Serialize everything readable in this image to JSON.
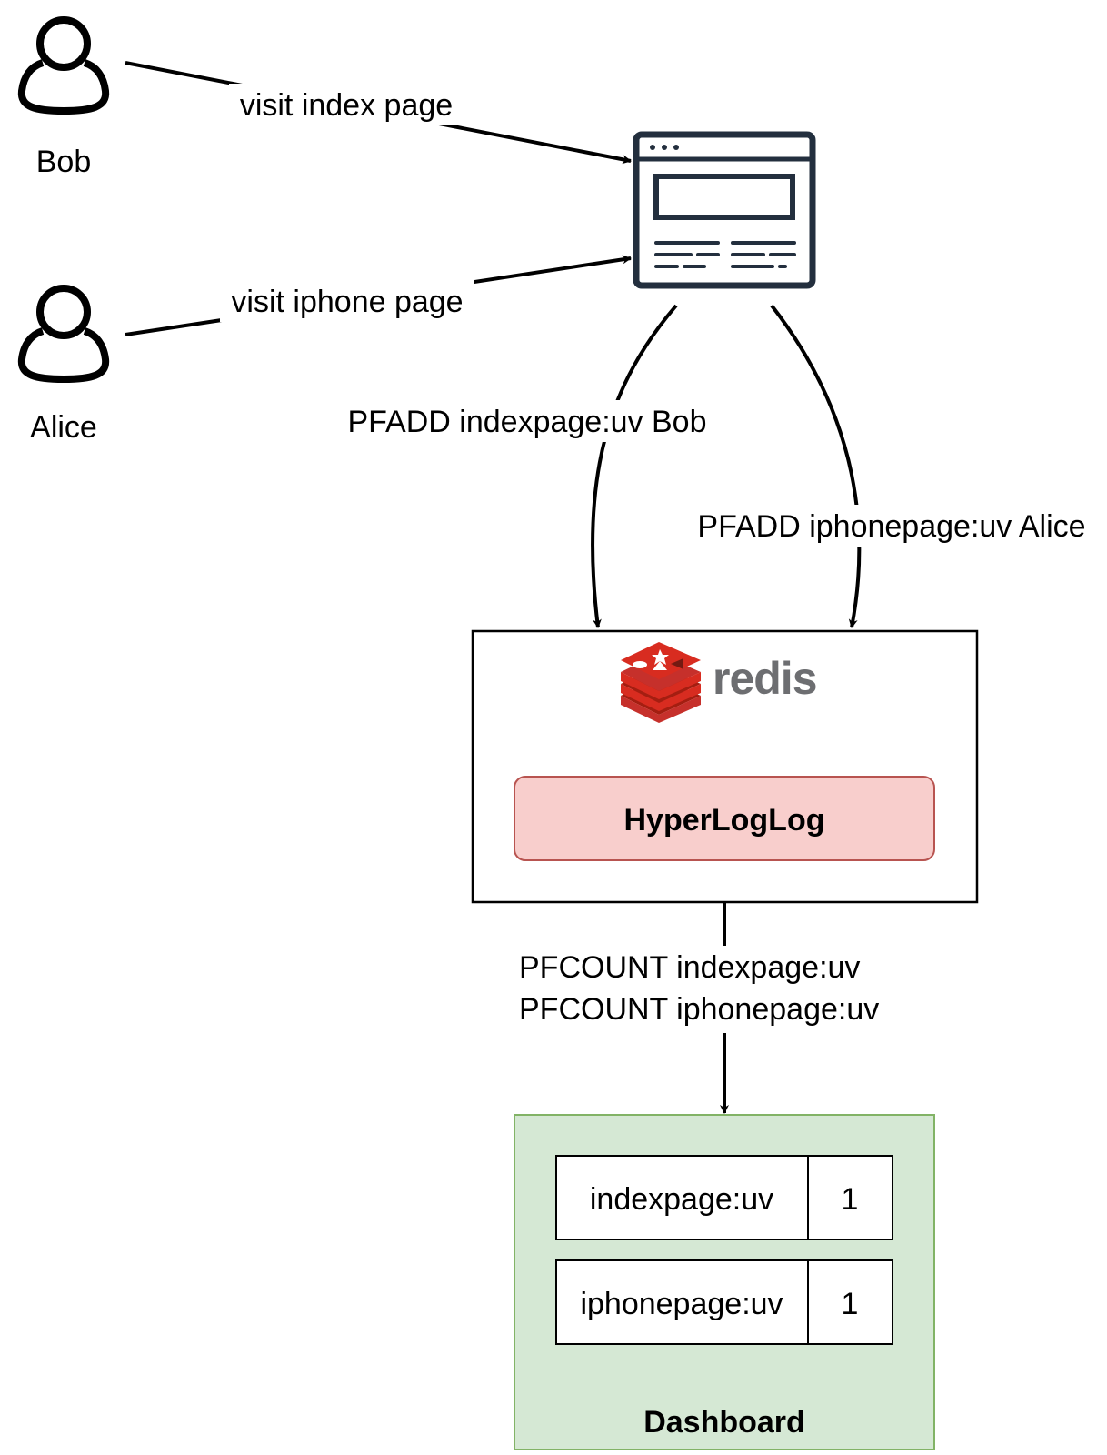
{
  "actors": {
    "bob": {
      "name": "Bob"
    },
    "alice": {
      "name": "Alice"
    }
  },
  "edges": {
    "bob_visit": "visit index page",
    "alice_visit": "visit iphone page",
    "pfadd_index": "PFADD indexpage:uv Bob",
    "pfadd_iphone": "PFADD iphonepage:uv Alice",
    "pfcount_line1": "PFCOUNT indexpage:uv",
    "pfcount_line2": "PFCOUNT iphonepage:uv"
  },
  "webpage": {
    "icon": "browser-window-icon"
  },
  "redis": {
    "logo_text": "redis",
    "logo_icon": "redis-logo-icon",
    "component": "HyperLogLog",
    "component_fill": "#f8cecc",
    "component_stroke": "#b85450"
  },
  "dashboard": {
    "title": "Dashboard",
    "fill": "#d5e8d4",
    "stroke": "#82b366",
    "rows": [
      {
        "key": "indexpage:uv",
        "value": "1"
      },
      {
        "key": "iphonepage:uv",
        "value": "1"
      }
    ]
  }
}
